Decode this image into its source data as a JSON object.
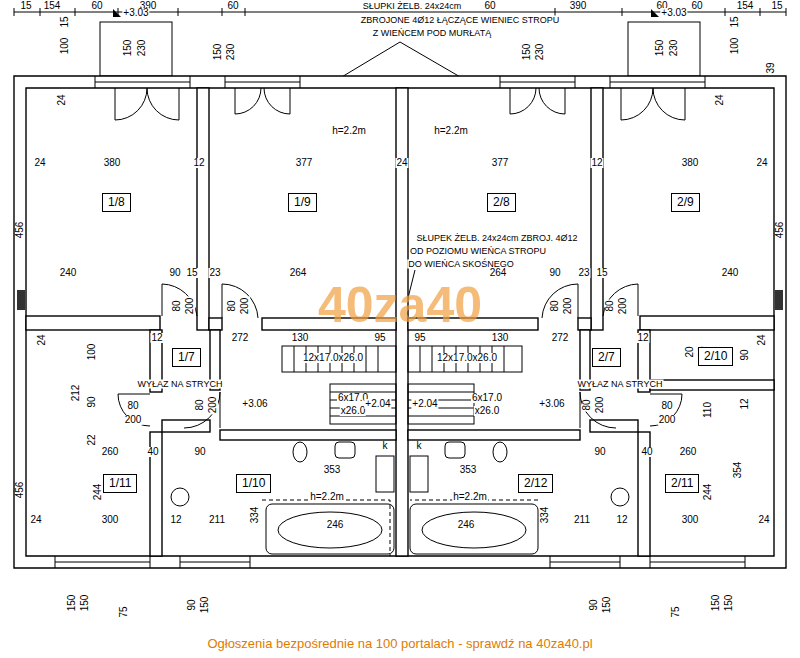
{
  "diagram": {
    "nodes": [
      {
        "text": [
          "1/8"
        ]
      },
      {
        "text": [
          "1/9"
        ]
      },
      {
        "text": [
          "2/8"
        ]
      },
      {
        "text": [
          "2/9"
        ]
      },
      {
        "text": [
          "1/7"
        ]
      },
      {
        "text": [
          "2/7"
        ]
      },
      {
        "text": [
          "2/10"
        ]
      },
      {
        "text": [
          "1/11"
        ]
      },
      {
        "text": [
          "1/10"
        ]
      },
      {
        "text": [
          "2/12"
        ]
      },
      {
        "text": [
          "2/11"
        ]
      }
    ],
    "labels": [
      "15",
      "154",
      "60",
      "390",
      "60",
      "SŁUPKI ŻELB. 24x24cm",
      "60",
      "ZBROJONE 4Ø12 ŁĄCZĄCE WIENIEC STROPU",
      "Z WIEŃCEM POD MURŁATĄ",
      "390",
      "60",
      "60",
      "154",
      "15",
      "15",
      "100",
      "15",
      "100",
      "+3.03",
      "150",
      "230",
      "+3.03",
      "150",
      "230",
      "150",
      "230",
      "150",
      "230",
      "39",
      "24",
      "24",
      "24",
      "380",
      "12",
      "377",
      "24",
      "377",
      "12",
      "380",
      "24",
      "456",
      "456",
      "h=2.2m",
      "h=2.2m",
      "SŁUPEK ŻELB. 24x24cm ZBROJ. 4Ø12",
      "OD POZIOMU WIEŃCA STROPU",
      "DO WIEŃCA SKOŚNEGO",
      "240",
      "90",
      "15",
      "23",
      "264",
      "264",
      "90",
      "23",
      "15",
      "240",
      "80",
      "200",
      "80",
      "200",
      "80",
      "200",
      "80",
      "200",
      "24",
      "12",
      "272",
      "130",
      "95",
      "95",
      "130",
      "272",
      "12",
      "24",
      "12x17.0x26.0",
      "12x17.0x26.0",
      "WYŁAZ NA STRYCH",
      "WYŁAZ NA STRYCH",
      "+3.06",
      "6x17.0",
      "x26.0",
      "+2.04",
      "+2.04",
      "6x17.0",
      "x26.0",
      "+3.06",
      "80",
      "200",
      "80",
      "200",
      "80",
      "200",
      "80",
      "200",
      "100",
      "212",
      "90",
      "22",
      "20",
      "90",
      "90",
      "12",
      "110",
      "260",
      "40",
      "90",
      "353",
      "k",
      "k",
      "353",
      "90",
      "40",
      "260",
      "354",
      "456",
      "244",
      "244",
      "h=2.2m",
      "h=2.2m",
      "334",
      "334",
      "24",
      "300",
      "12",
      "211",
      "246",
      "246",
      "211",
      "12",
      "300",
      "24",
      "150",
      "150",
      "75",
      "90",
      "150",
      "90",
      "150",
      "75",
      "150",
      "150",
      "40za40",
      "Ogłoszenia bezpośrednie na 100 portalach - sprawdź na 40za40.pl"
    ]
  }
}
